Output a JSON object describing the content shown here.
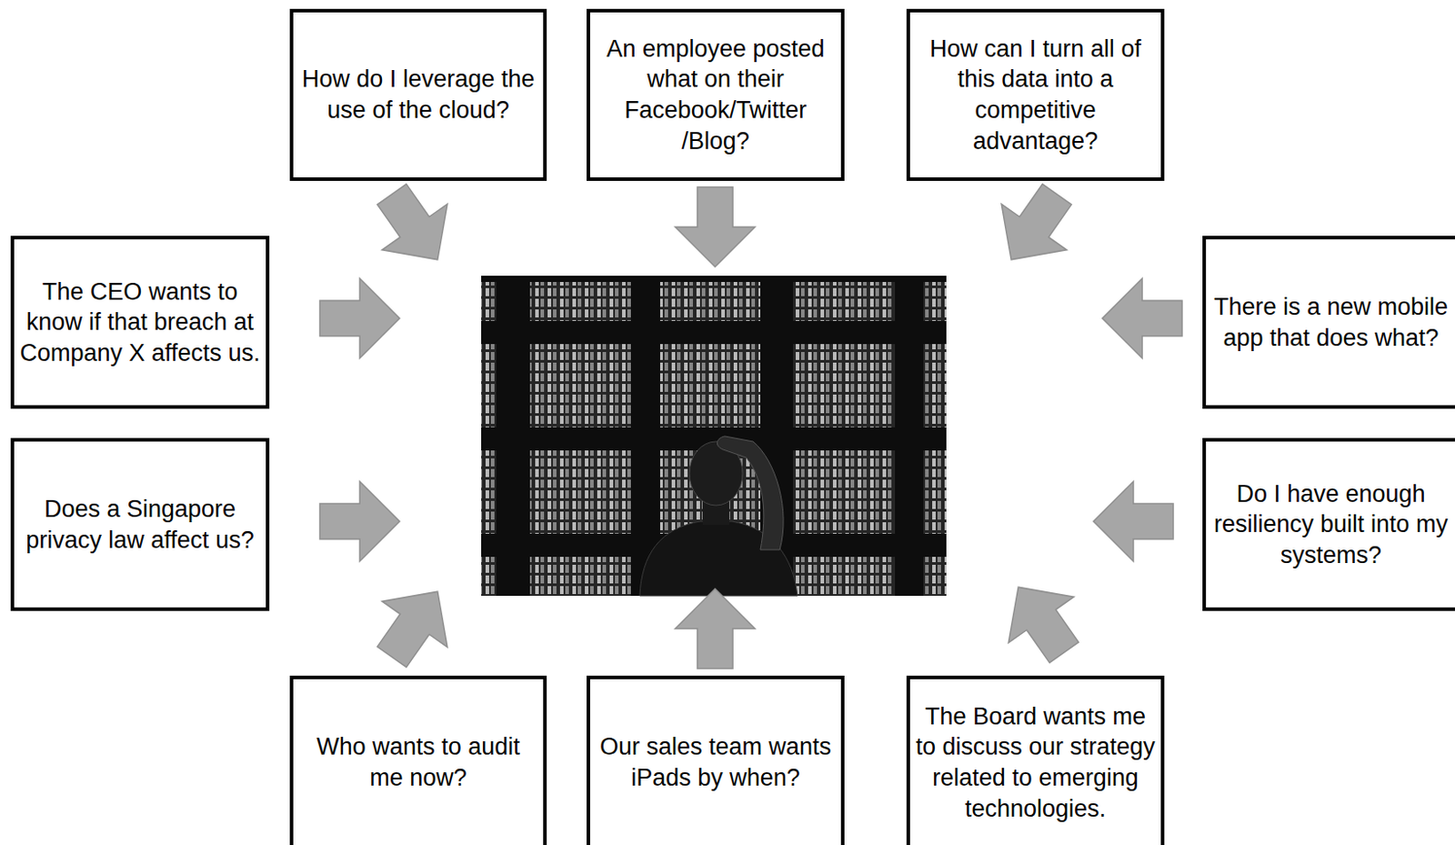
{
  "diagram": {
    "nodes": [
      {
        "text": [
          "How do I leverage the use of the cloud?"
        ]
      },
      {
        "text": [
          "An employee posted what on their Facebook/Twitter /Blog?"
        ]
      },
      {
        "text": [
          "How can I turn all of this data into a competitive advantage?"
        ]
      },
      {
        "text": [
          "The CEO wants to know if that breach at Company X affects us."
        ]
      },
      {
        "text": [
          "There is a new mobile app that does what?"
        ]
      },
      {
        "text": [
          "Does a Singapore privacy law affect us?"
        ]
      },
      {
        "text": [
          "Do I have enough resiliency built into my systems?"
        ]
      },
      {
        "text": [
          "Who wants to audit me now?"
        ]
      },
      {
        "text": [
          "Our sales team wants iPads by when?"
        ]
      },
      {
        "text": [
          "The Board wants me to discuss our strategy related to emerging technologies."
        ]
      }
    ]
  }
}
